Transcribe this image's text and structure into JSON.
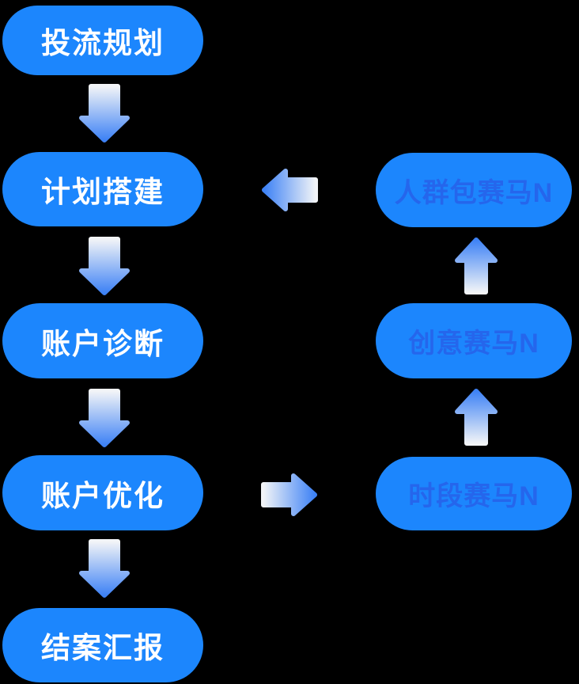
{
  "colors": {
    "background": "#000000",
    "pill": "#1C86FD",
    "pill_text": "#FFFFFF",
    "pill_text_inner": "#2566EC",
    "arrow_tail": "#F2F4F7",
    "arrow_head": "#3E82F5"
  },
  "flow": {
    "left_column": [
      {
        "label": "投流规划"
      },
      {
        "label": "计划搭建"
      },
      {
        "label": "账户诊断"
      },
      {
        "label": "账户优化"
      },
      {
        "label": "结案汇报"
      }
    ],
    "right_column": [
      {
        "label": "人群包赛马N"
      },
      {
        "label": "创意赛马N"
      },
      {
        "label": "时段赛马N"
      }
    ],
    "connections": [
      "投流规划 → 计划搭建",
      "计划搭建 → 账户诊断",
      "账户诊断 → 账户优化",
      "账户优化 → 结案汇报",
      "账户优化 → 时段赛马N",
      "时段赛马N → 创意赛马N",
      "创意赛马N → 人群包赛马N",
      "人群包赛马N → 计划搭建"
    ]
  }
}
